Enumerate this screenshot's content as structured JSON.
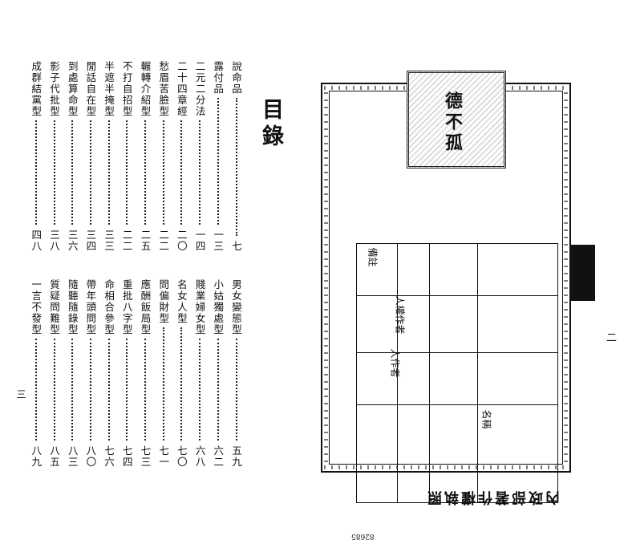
{
  "toc": {
    "title": "目錄",
    "left_page_number": "三",
    "upper_entries": [
      {
        "title": "說命品",
        "page": "七"
      },
      {
        "title": "露付品",
        "page": "一三"
      },
      {
        "title": "二元二分法",
        "page": "一四"
      },
      {
        "title": "二十四章經",
        "page": "二〇"
      },
      {
        "title": "愁眉苦臉型",
        "page": "二二"
      },
      {
        "title": "輾轉介紹型",
        "page": "二五"
      },
      {
        "title": "不打自招型",
        "page": "二二"
      },
      {
        "title": "半遮半掩型",
        "page": "三三"
      },
      {
        "title": "閒話自在型",
        "page": "三四"
      },
      {
        "title": "到處算命型",
        "page": "三六"
      },
      {
        "title": "影子代批型",
        "page": "三八"
      },
      {
        "title": "成群結黨型",
        "page": "四八"
      }
    ],
    "lower_entries": [
      {
        "title": "男女變態型",
        "page": "五九"
      },
      {
        "title": "小姑獨處型",
        "page": "六二"
      },
      {
        "title": "賤業婦女型",
        "page": "六八"
      },
      {
        "title": "名女人型",
        "page": "七〇"
      },
      {
        "title": "問偏財型",
        "page": "七一"
      },
      {
        "title": "應酬飯局型",
        "page": "七三"
      },
      {
        "title": "重批八字型",
        "page": "七四"
      },
      {
        "title": "命相合參型",
        "page": "七六"
      },
      {
        "title": "帶年頭問型",
        "page": "八〇"
      },
      {
        "title": "隨聽隨錄型",
        "page": "八三"
      },
      {
        "title": "質疑問難型",
        "page": "八五"
      },
      {
        "title": "一言不發型",
        "page": "八九"
      }
    ]
  },
  "certificate": {
    "seal_text": "德不孤",
    "issuer": "內政部著作權執照",
    "reg_no": "82685",
    "headers": [
      "備註",
      "人作者",
      "人權作者",
      "名稱"
    ],
    "right_page_number": "二"
  }
}
